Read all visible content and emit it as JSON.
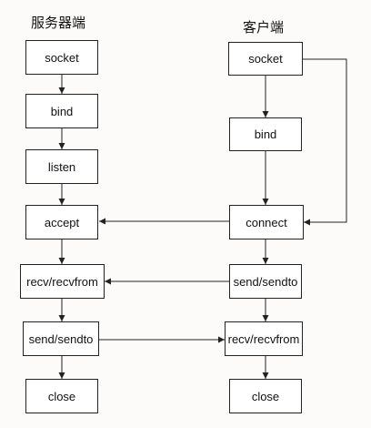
{
  "server": {
    "title": "服务器端",
    "steps": [
      "socket",
      "bind",
      "listen",
      "accept",
      "recv/recvfrom",
      "send/sendto",
      "close"
    ]
  },
  "client": {
    "title": "客户端",
    "steps": [
      "socket",
      "bind",
      "connect",
      "send/sendto",
      "recv/recvfrom",
      "close"
    ]
  },
  "colors": {
    "line": "#222222",
    "box_fill": "#ffffff",
    "background": "#fdfbf9"
  }
}
